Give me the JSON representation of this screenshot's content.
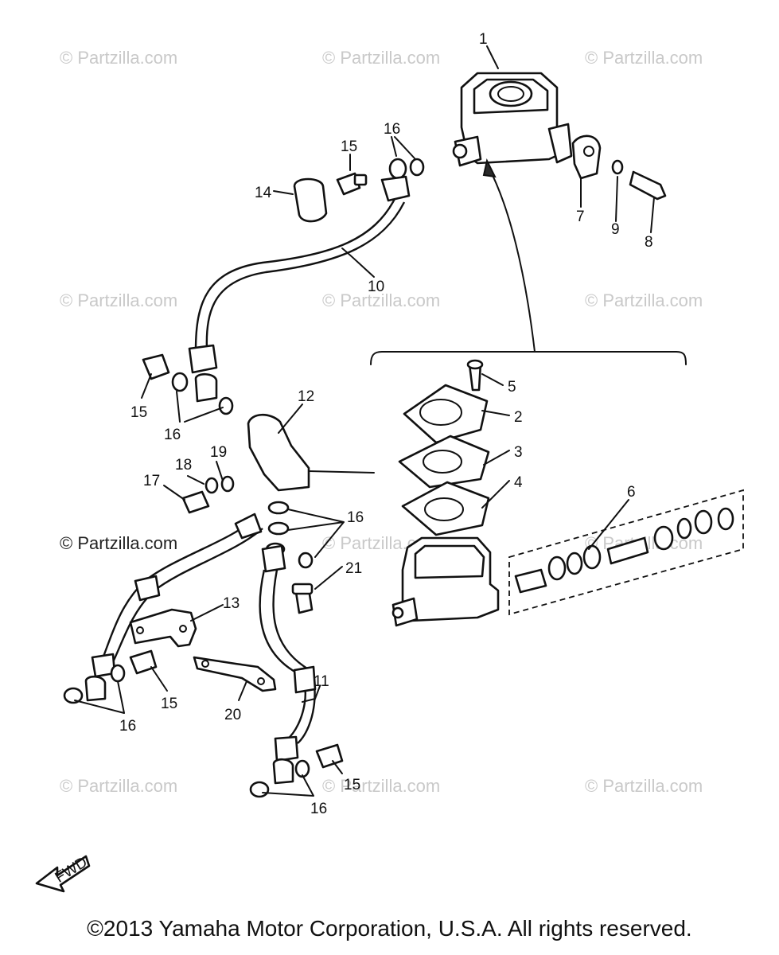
{
  "watermark_text": "© Partzilla.com",
  "copyright": "©2013 Yamaha Motor Corporation, U.S.A. All rights reserved.",
  "fwd_label": "FWD",
  "callouts": {
    "c1": "1",
    "c2": "2",
    "c3": "3",
    "c4": "4",
    "c5": "5",
    "c6": "6",
    "c7": "7",
    "c8": "8",
    "c9": "9",
    "c10": "10",
    "c11": "11",
    "c12": "12",
    "c13": "13",
    "c14": "14",
    "c15a": "15",
    "c15b": "15",
    "c15c": "15",
    "c15d": "15",
    "c16a": "16",
    "c16b": "16",
    "c16c": "16",
    "c16d": "16",
    "c16e": "16",
    "c17": "17",
    "c18": "18",
    "c19": "19",
    "c20": "20",
    "c21": "21"
  },
  "colors": {
    "ink": "#111111",
    "watermark": "#c9c9c9",
    "background": "#ffffff"
  }
}
